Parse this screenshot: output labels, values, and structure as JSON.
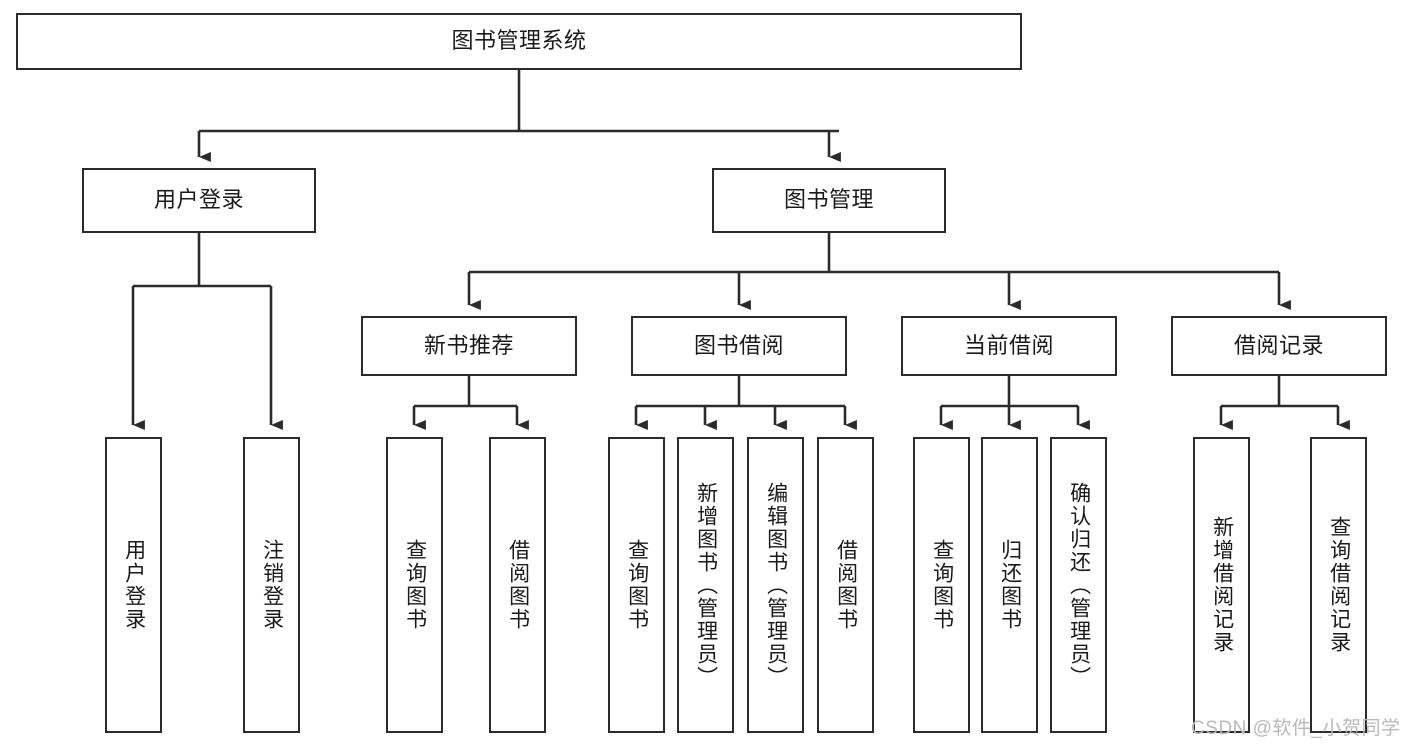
{
  "diagram": {
    "title": "图书管理系统",
    "type": "tree-hierarchy-diagram",
    "colors": {
      "box_border": "#2b2b2b",
      "box_fill": "#ffffff",
      "edge": "#2b2b2b",
      "text": "#1a1a1a",
      "watermark": "#b9b9b9",
      "background": "#ffffff"
    },
    "root": {
      "label": "图书管理系统"
    },
    "level2": [
      {
        "label": "用户登录"
      },
      {
        "label": "图书管理"
      }
    ],
    "level3": [
      {
        "label": "新书推荐"
      },
      {
        "label": "图书借阅"
      },
      {
        "label": "当前借阅"
      },
      {
        "label": "借阅记录"
      }
    ],
    "leaves": {
      "user_login": [
        {
          "label": "用户登录"
        },
        {
          "label": "注销登录"
        }
      ],
      "new_book_recommend": [
        {
          "label": "查询图书"
        },
        {
          "label": "借阅图书"
        }
      ],
      "book_borrow": [
        {
          "label": "查询图书"
        },
        {
          "label": "新增图书（管理员）"
        },
        {
          "label": "编辑图书（管理员）"
        },
        {
          "label": "借阅图书"
        }
      ],
      "current_borrow": [
        {
          "label": "查询图书"
        },
        {
          "label": "归还图书"
        },
        {
          "label": "确认归还（管理员）"
        }
      ],
      "borrow_record": [
        {
          "label": "新增借阅记录"
        },
        {
          "label": "查询借阅记录"
        }
      ]
    }
  },
  "watermark": {
    "text": "CSDN @软件_小贺同学"
  }
}
